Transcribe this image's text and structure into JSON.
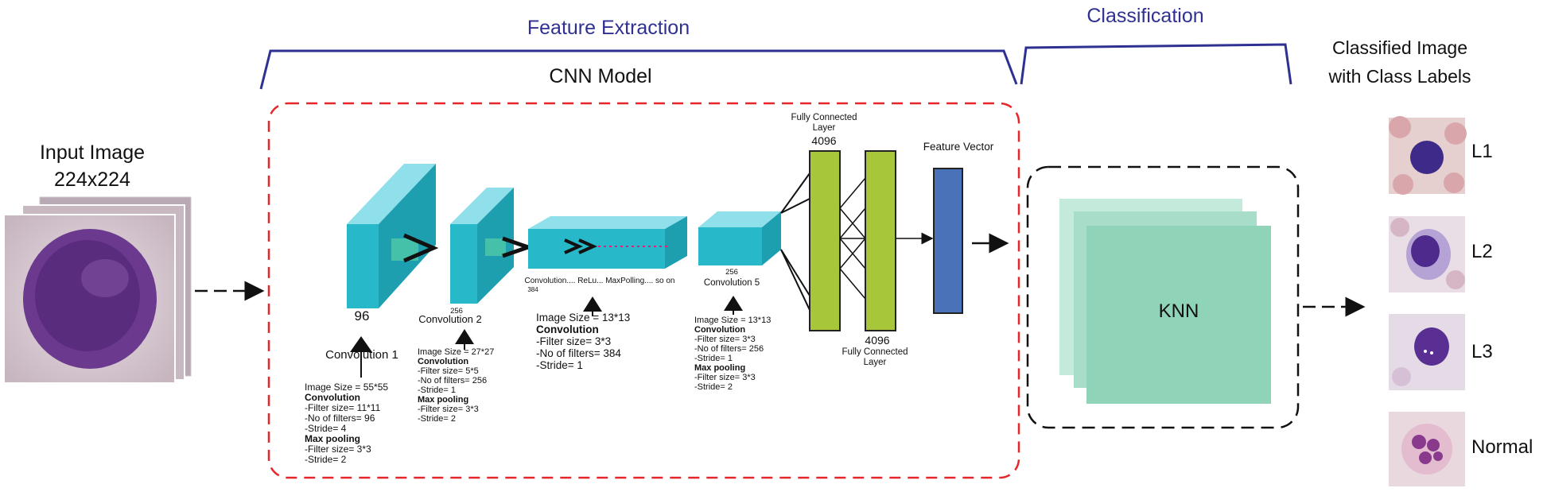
{
  "headers": {
    "feature_extraction": "Feature Extraction",
    "classification": "Classification",
    "cnn_model": "CNN Model"
  },
  "input": {
    "title": "Input Image",
    "size": "224x224"
  },
  "layers": {
    "conv1": {
      "filters": "96",
      "name": "Convolution 1",
      "details": [
        "Image Size = 55*55",
        "Convolution",
        "-Filter size= 11*11",
        "-No of filters= 96",
        "-Stride= 4",
        "Max pooling",
        "-Filter size= 3*3",
        "-Stride= 2"
      ]
    },
    "conv2": {
      "filters": "256",
      "name": "Convolution 2",
      "details": [
        "Image Size = 27*27",
        "Convolution",
        "-Filter size= 5*5",
        "-No of filters= 256",
        "-Stride= 1",
        "Max pooling",
        "-Filter size= 3*3",
        "-Stride= 2"
      ]
    },
    "conv_mid": {
      "name": "Convolution.... ReLu... MaxPolling.... so on",
      "filters": "384",
      "details": [
        "Image Size = 13*13",
        "Convolution",
        "-Filter size= 3*3",
        "-No of filters= 384",
        "-Stride= 1"
      ]
    },
    "conv5": {
      "filters": "256",
      "name": "Convolution 5",
      "details": [
        "Image Size = 13*13",
        "Convolution",
        "-Filter size= 3*3",
        "-No of filters= 256",
        "-Stride= 1",
        "Max pooling",
        "-Filter size= 3*3",
        "-Stride= 2"
      ]
    },
    "fc1": {
      "title_line1": "Fully Connected",
      "title_line2": "Layer",
      "units": "4096"
    },
    "fc2": {
      "units": "4096",
      "title_line1": "Fully Connected",
      "title_line2": "Layer"
    },
    "feature_vector": "Feature Vector"
  },
  "classifier": {
    "label": "KNN"
  },
  "output": {
    "title_line1": "Classified Image",
    "title_line2": "with Class Labels",
    "labels": [
      "L1",
      "L2",
      "L3",
      "Normal"
    ]
  },
  "colors": {
    "header_blue": "#2e3192",
    "cnn_border": "#e8262a",
    "conv_teal": "#27b8c9",
    "fc_green": "#a8c63a",
    "vector_blue": "#4a72b8",
    "knn_green": "#8fd3b8"
  }
}
